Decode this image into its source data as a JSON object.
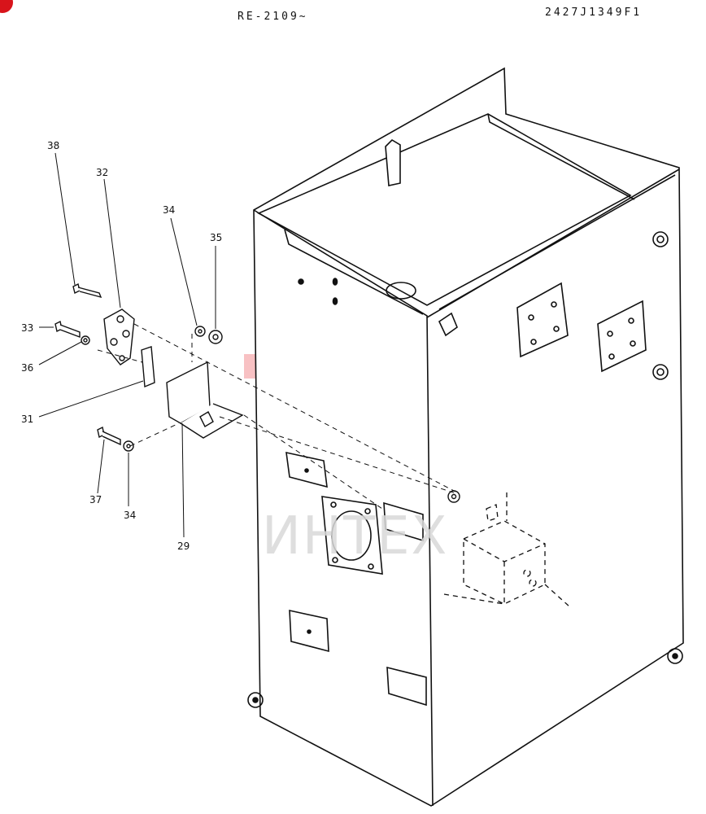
{
  "header": {
    "left_code": "RE-2109~",
    "right_code": "2427J1349F1"
  },
  "watermark": {
    "text": "ИНТЕХ",
    "icon": "gear-wrench-icon",
    "color": "#e8262b"
  },
  "callouts": {
    "c38": "38",
    "c32": "32",
    "c34a": "34",
    "c35": "35",
    "c33": "33",
    "c36": "36",
    "c31": "31",
    "c37": "37",
    "c34b": "34",
    "c29": "29"
  },
  "colors": {
    "line": "#111111",
    "block": "#2a2a2a"
  }
}
